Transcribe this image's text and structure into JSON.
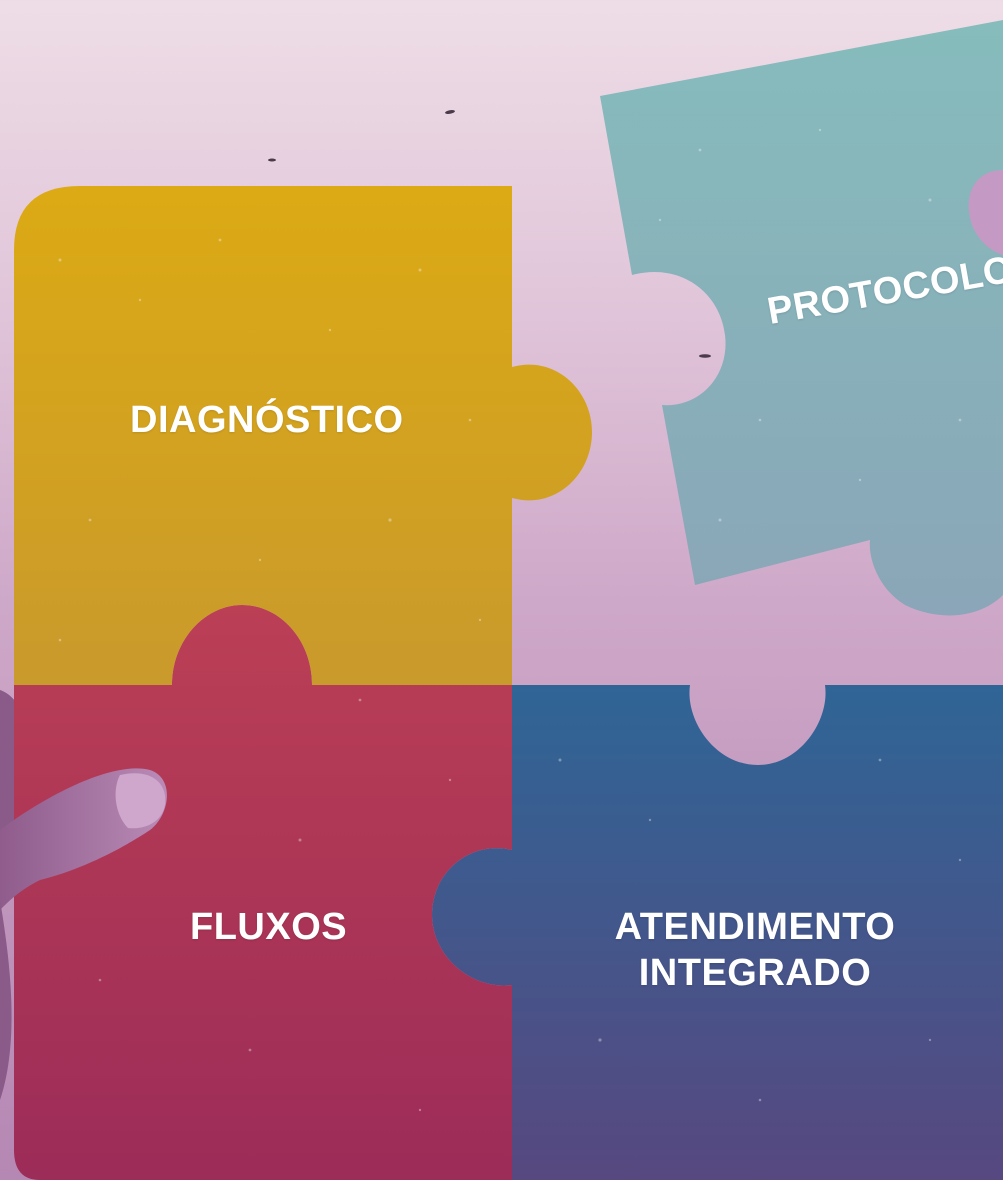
{
  "pieces": {
    "diagnostico": {
      "label": "DIAGNÓSTICO",
      "color": "#d4a21e"
    },
    "protocolos": {
      "label": "PROTOCOLOS",
      "color": "#83b4bb"
    },
    "fluxos": {
      "label": "FLUXOS",
      "color": "#b23a5c"
    },
    "atendimento": {
      "label_line1": "ATENDIMENTO",
      "label_line2": "INTEGRADO",
      "color": "#3d5a8e"
    }
  }
}
